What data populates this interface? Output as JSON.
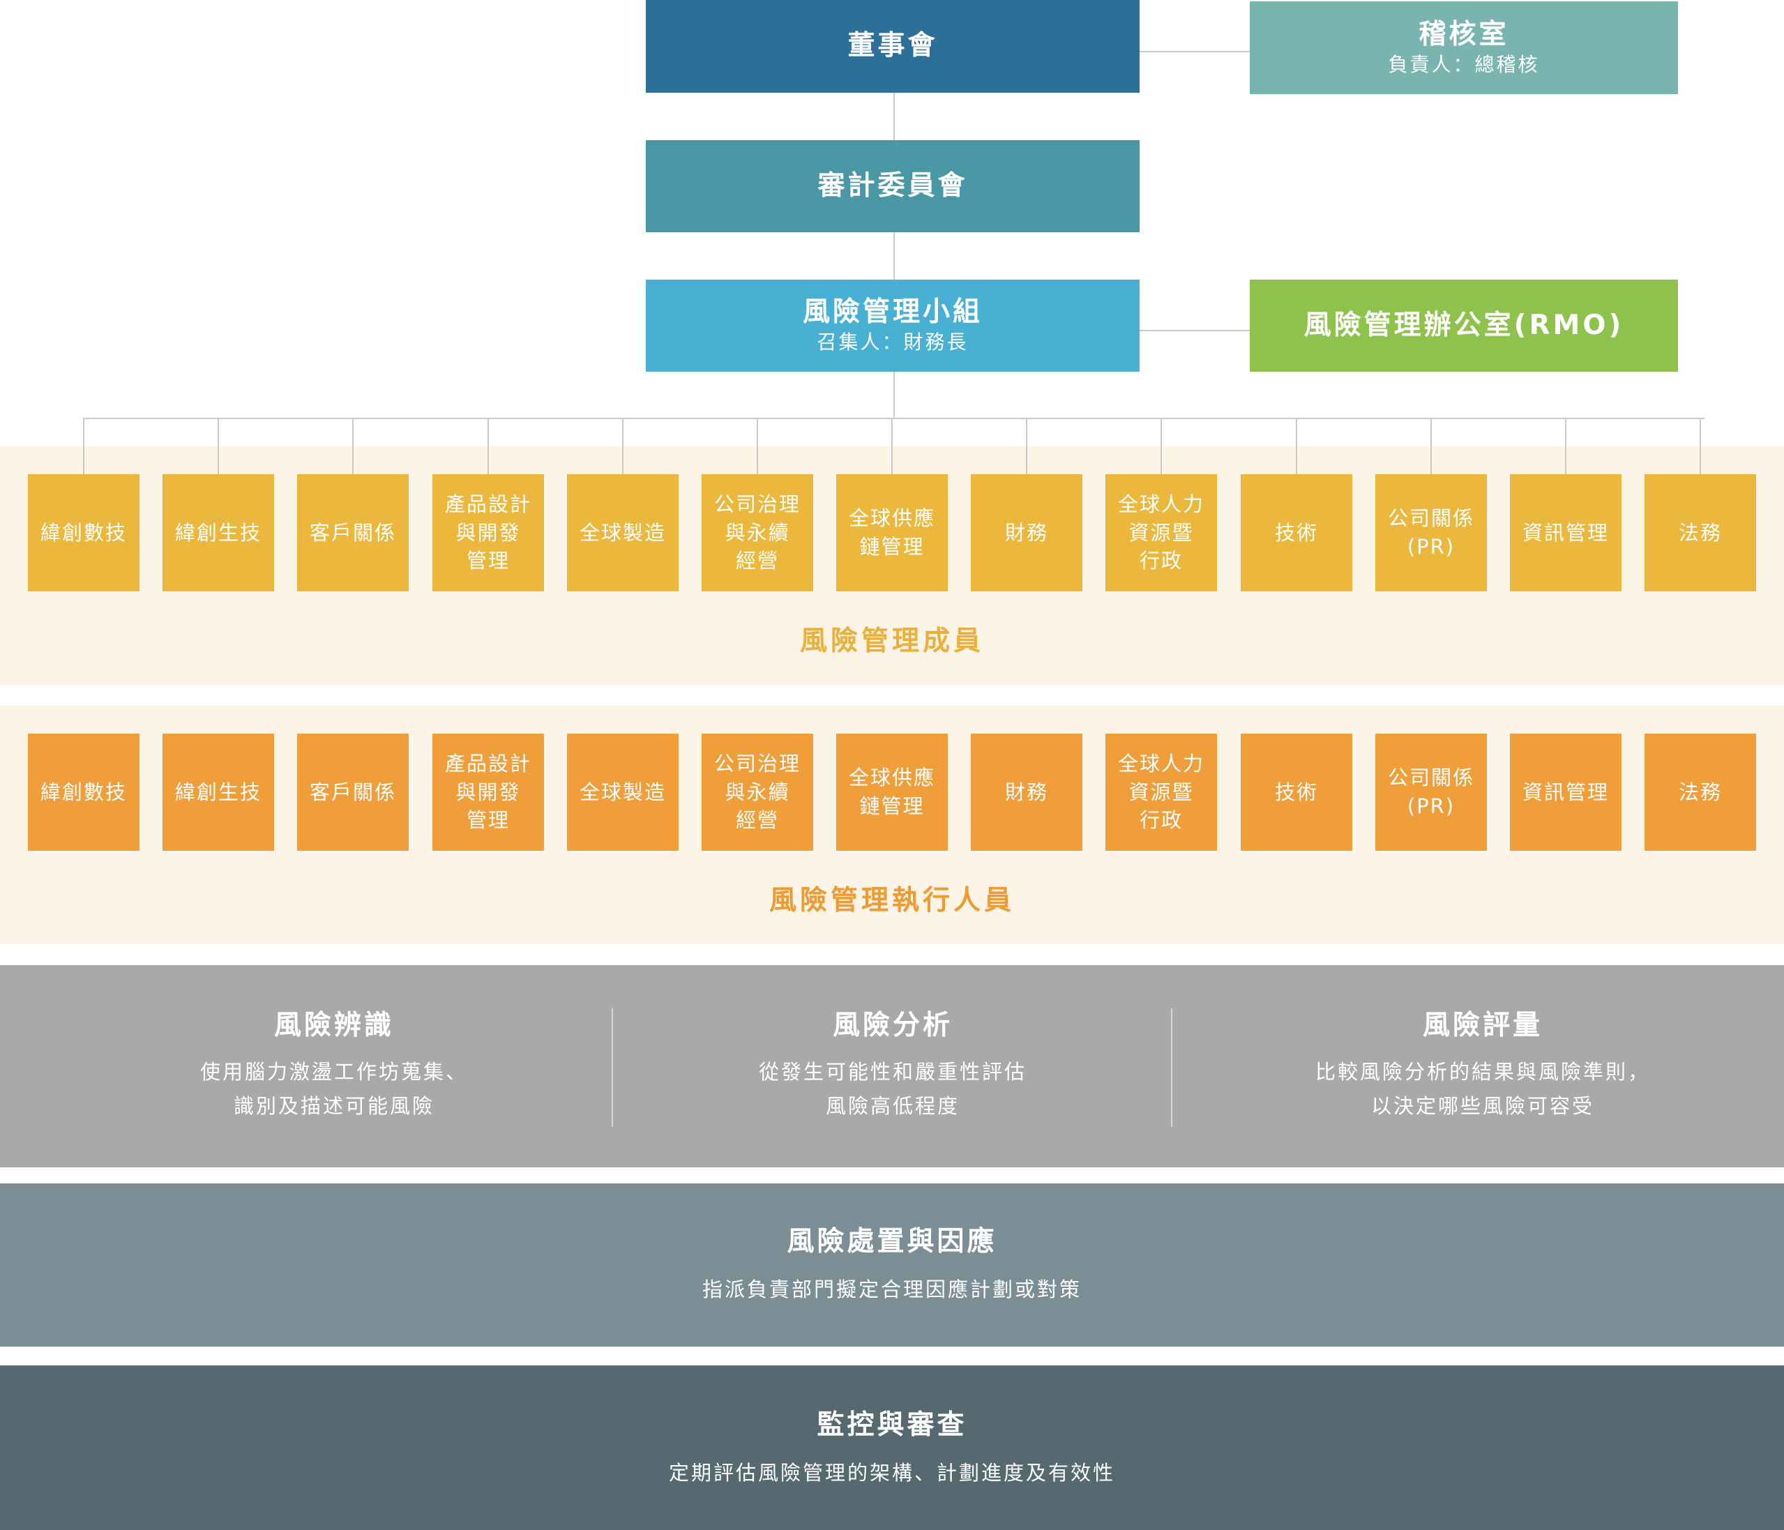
{
  "colors": {
    "board": "#2c6f98",
    "audit_office": "#79b4af",
    "audit_committee": "#4a98a6",
    "risk_team": "#48b1d3",
    "rmo": "#8fc24c",
    "members_box": "#ebb73d",
    "exec_box": "#ef9e3a",
    "band_bg": "#fcf4e6",
    "members_title": "#e9b03e",
    "exec_title": "#ee9b33",
    "stage_identify": "#a9a9a9",
    "stage_treat": "#7b8e96",
    "stage_monitor": "#566970"
  },
  "board": {
    "title": "董事會"
  },
  "audit_office": {
    "title": "稽核室",
    "subtitle": "負責人：總稽核"
  },
  "audit_committee": {
    "title": "審計委員會"
  },
  "risk_team": {
    "title": "風險管理小組",
    "subtitle": "召集人：財務長"
  },
  "rmo": {
    "title": "風險管理辦公室(RMO)"
  },
  "departments": [
    "緯創數技",
    "緯創生技",
    "客戶關係",
    "產品設計\n與開發\n管理",
    "全球製造",
    "公司治理\n與永續\n經營",
    "全球供應\n鏈管理",
    "財務",
    "全球人力\n資源暨\n行政",
    "技術",
    "公司關係\n(PR)",
    "資訊管理",
    "法務"
  ],
  "members_title": "風險管理成員",
  "exec_title": "風險管理執行人員",
  "process": {
    "identify": {
      "title": "風險辨識",
      "desc": "使用腦力激盪工作坊蒐集、\n識別及描述可能風險"
    },
    "analyze": {
      "title": "風險分析",
      "desc": "從發生可能性和嚴重性評估\n風險高低程度"
    },
    "evaluate": {
      "title": "風險評量",
      "desc": "比較風險分析的結果與風險準則，\n以決定哪些風險可容受"
    }
  },
  "treatment": {
    "title": "風險處置與因應",
    "desc": "指派負責部門擬定合理因應計劃或對策"
  },
  "monitor": {
    "title": "監控與審查",
    "desc": "定期評估風險管理的架構、計劃進度及有效性"
  }
}
